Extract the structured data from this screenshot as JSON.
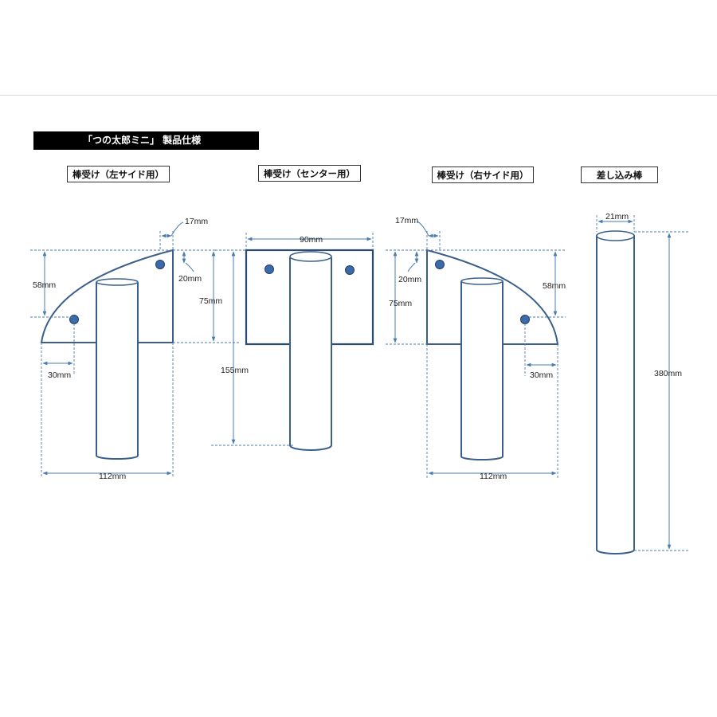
{
  "header": {
    "title": "「つの太郎ミニ」 製品仕様"
  },
  "parts": {
    "left": {
      "label": "棒受け（左サイド用）"
    },
    "center": {
      "label": "棒受け（センター用）"
    },
    "right": {
      "label": "棒受け（右サイド用）"
    },
    "pole": {
      "label": "差し込み棒"
    }
  },
  "dims": {
    "left": {
      "d17": "17mm",
      "d20": "20mm",
      "d58": "58mm",
      "d75": "75mm",
      "d30": "30mm",
      "d112": "112mm"
    },
    "center": {
      "d90": "90mm",
      "d155": "155mm"
    },
    "right": {
      "d17": "17mm",
      "d20": "20mm",
      "d75": "75mm",
      "d58": "58mm",
      "d30": "30mm",
      "d112": "112mm"
    },
    "pole": {
      "d21": "21mm",
      "d380": "380mm"
    }
  },
  "colors": {
    "stroke": "#3b5f8a",
    "dim": "#4a7cb0",
    "hole": "#3b6aa8",
    "holeStroke": "#1f3f6e"
  }
}
